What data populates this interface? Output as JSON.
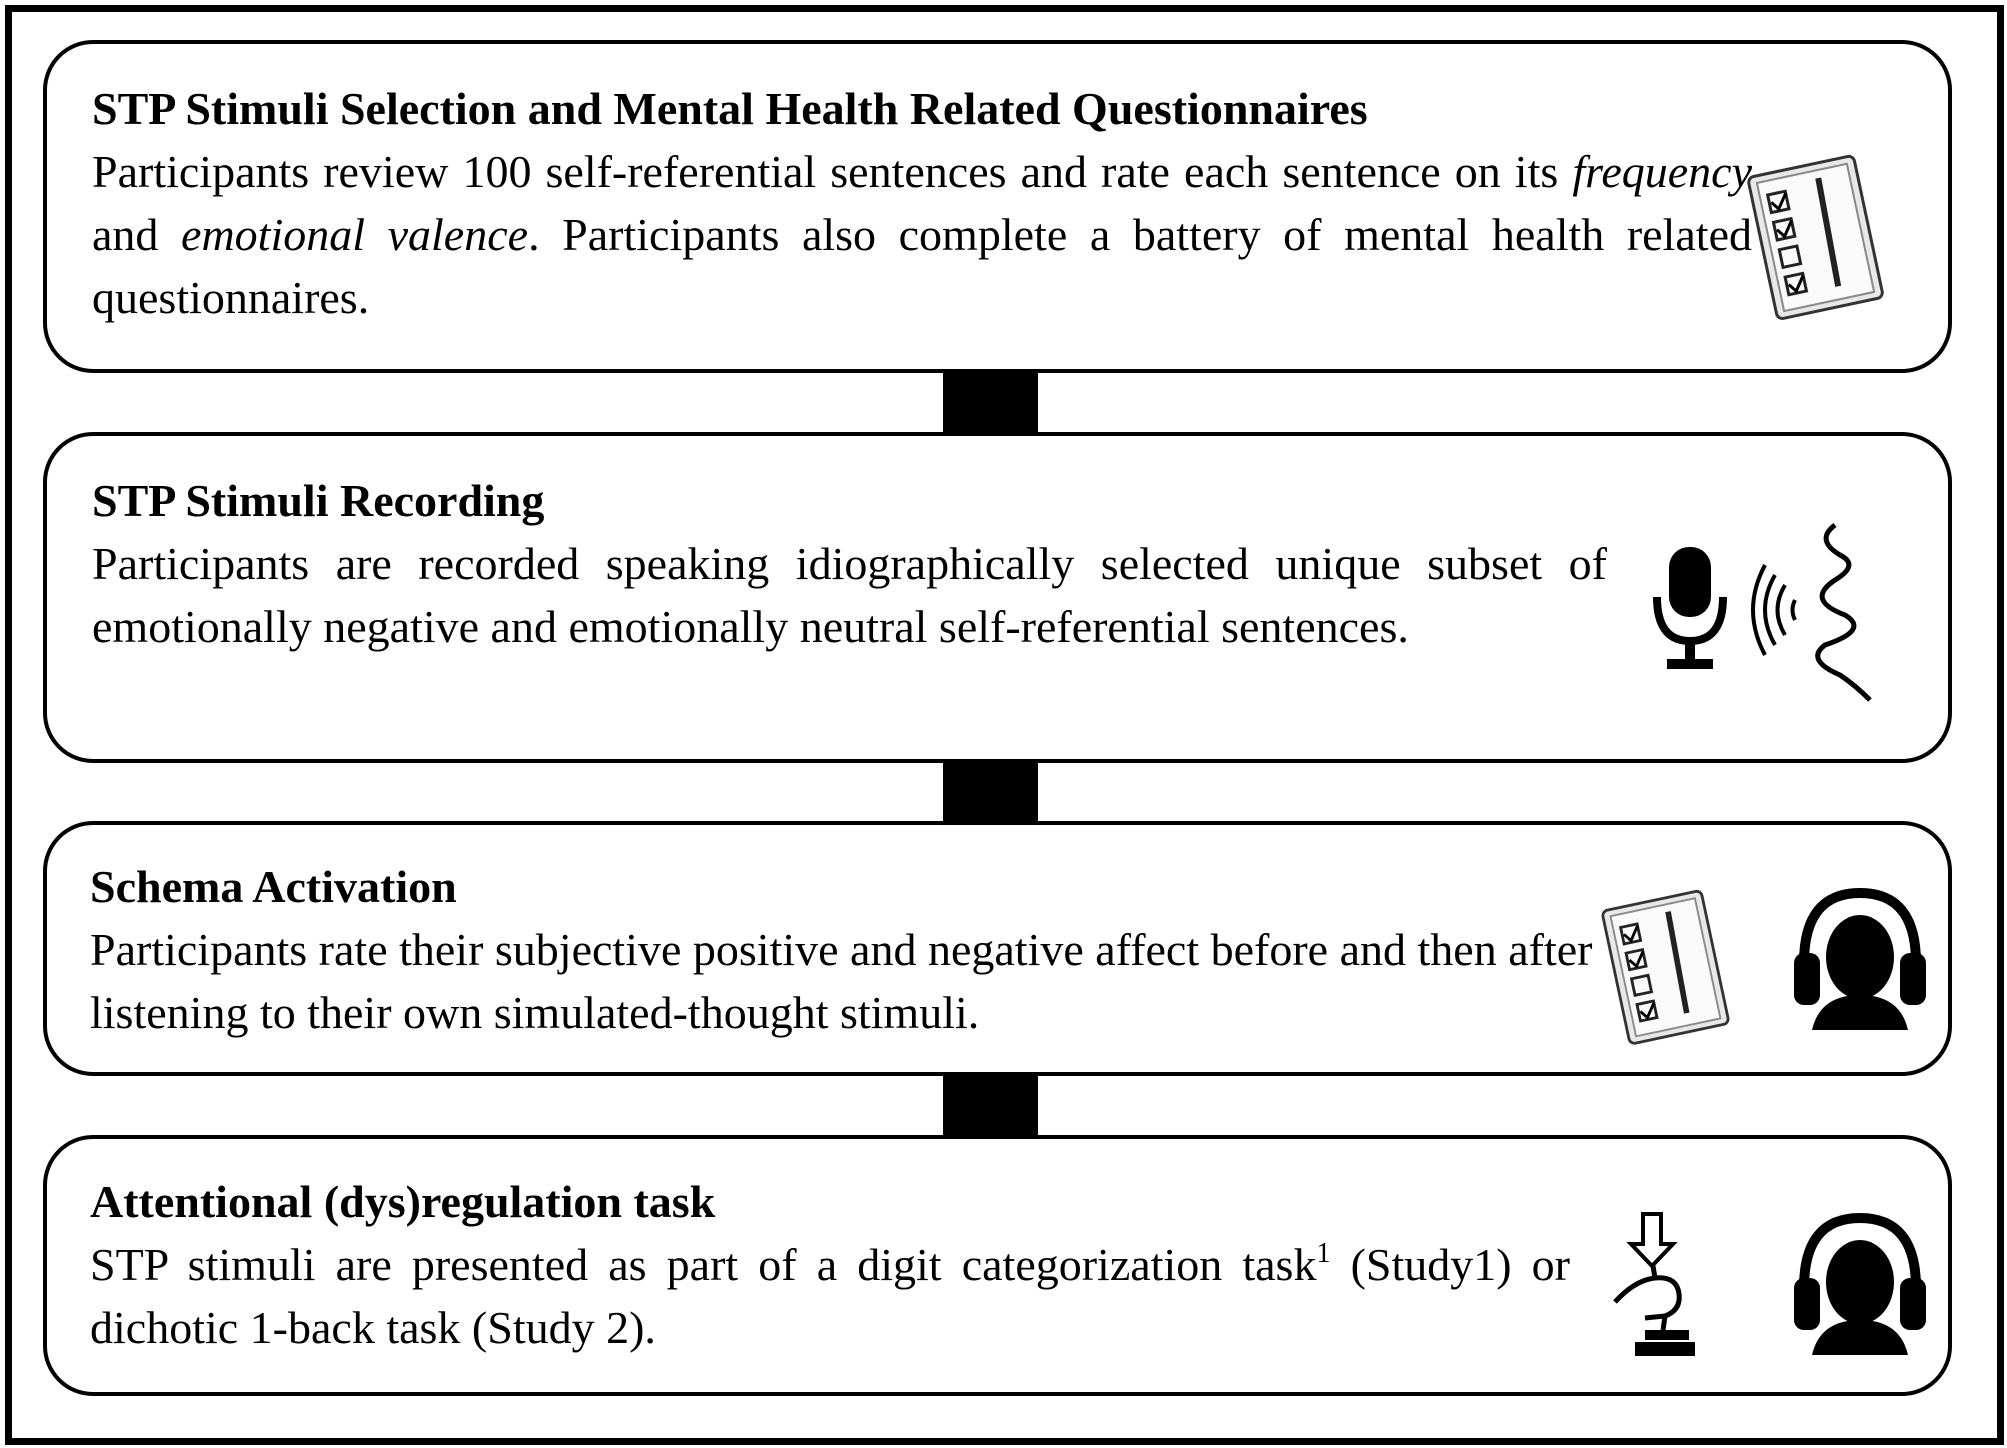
{
  "steps": [
    {
      "title": "STP Stimuli Selection and Mental Health Related Questionnaires",
      "body_pre": "Participants review 100 self-referential sentences and rate each sentence on its ",
      "body_em1": "frequency",
      "body_mid": " and ",
      "body_em2": "emotional valence",
      "body_post": ". Participants also complete a battery of mental health related questionnaires.",
      "icons": [
        "clipboard-checklist-icon"
      ]
    },
    {
      "title": "STP Stimuli Recording",
      "body": "Participants are recorded speaking idiographically selected unique subset of emotionally negative and emotionally neutral self-referential sentences.",
      "icons": [
        "microphone-icon",
        "sound-waves-icon"
      ]
    },
    {
      "title": "Schema Activation",
      "body": "Participants rate their subjective positive and negative affect before and then after listening to their own simulated-thought stimuli.",
      "icons": [
        "clipboard-checklist-icon",
        "headphones-person-icon"
      ]
    },
    {
      "title": "Attentional (dys)regulation task",
      "body_pre": "STP stimuli are presented as part of a digit categorization task",
      "body_sup": "1",
      "body_post": " (Study1) or dichotic 1-back task (Study 2).",
      "icons": [
        "button-press-hand-icon",
        "headphones-person-icon"
      ]
    }
  ],
  "colors": {
    "border": "#000000",
    "background": "#ffffff",
    "text": "#000000"
  }
}
